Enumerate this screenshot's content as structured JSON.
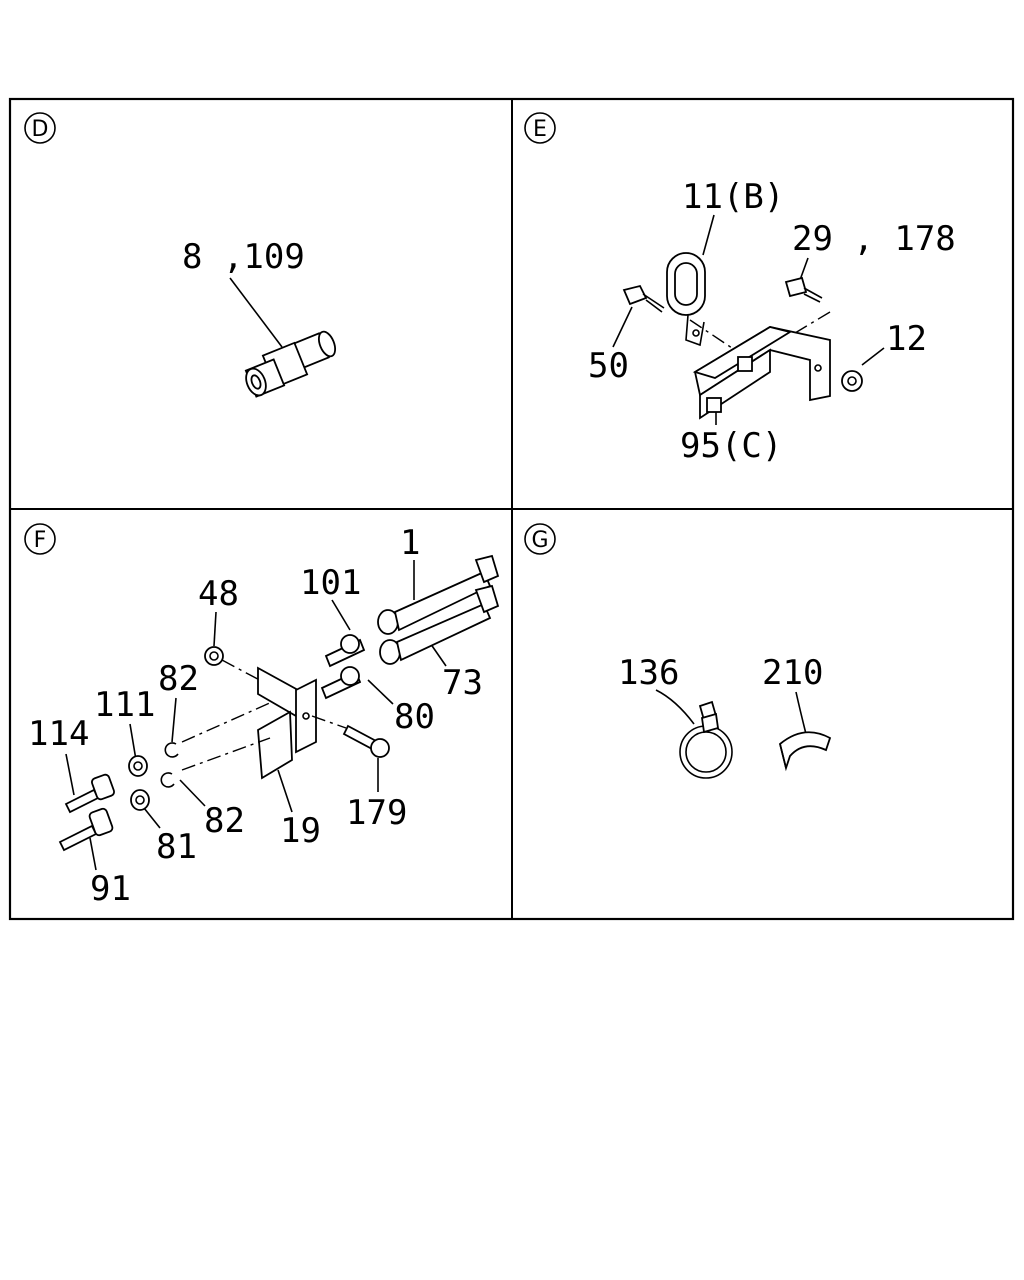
{
  "panels": {
    "D": {
      "letter": "D",
      "labels": {
        "p8_109": "8 ,109"
      }
    },
    "E": {
      "letter": "E",
      "labels": {
        "p11B": "11(B)",
        "p29_178": "29 , 178",
        "p50": "50",
        "p12": "12",
        "p95C": "95(C)"
      }
    },
    "F": {
      "letter": "F",
      "labels": {
        "p1": "1",
        "p101": "101",
        "p48": "48",
        "p73": "73",
        "p82a": "82",
        "p80": "80",
        "p111": "111",
        "p114": "114",
        "p82b": "82",
        "p179": "179",
        "p19": "19",
        "p81": "81",
        "p91": "91"
      }
    },
    "G": {
      "letter": "G",
      "labels": {
        "p136": "136",
        "p210": "210"
      }
    }
  }
}
